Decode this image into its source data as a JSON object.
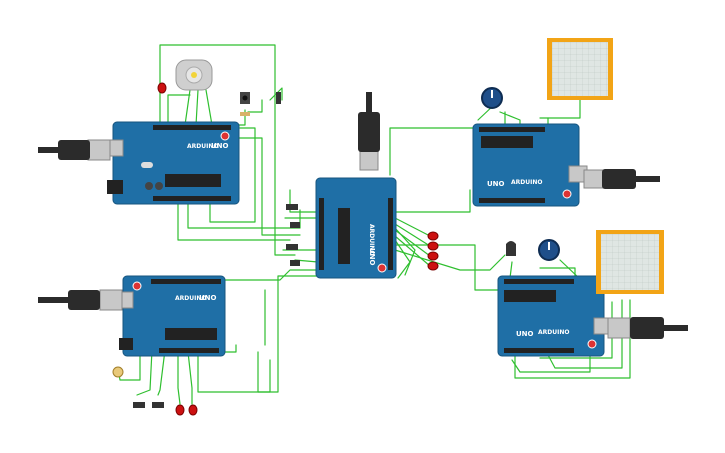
{
  "colors": {
    "board": "#1f6fa6",
    "board_dark": "#17557f",
    "wire": "#2fbf2f",
    "led": "#cc1111",
    "lcd_frame": "#f2a416",
    "lcd_screen": "#dfe6e3",
    "cable": "#2b2b2b",
    "usb": "#c8c8c8",
    "chip": "#222222"
  },
  "labels": {
    "board_brand": "ARDUINO",
    "board_model": "UNO"
  },
  "components": {
    "arduino_boards": 5,
    "usb_cables": 5,
    "lcd_screens": 2,
    "potentiometers": 2,
    "red_leds": 7,
    "dc_motor": 1,
    "pushbutton": 1,
    "photoresistor": 1,
    "temperature_sensor": 1
  },
  "icons": [
    "arduino-board",
    "usb-cable-icon",
    "lcd-display-icon",
    "potentiometer-icon",
    "led-icon",
    "dc-motor-icon",
    "pushbutton-icon",
    "photoresistor-icon",
    "temp-sensor-icon",
    "resistor-icon",
    "switch-icon"
  ]
}
